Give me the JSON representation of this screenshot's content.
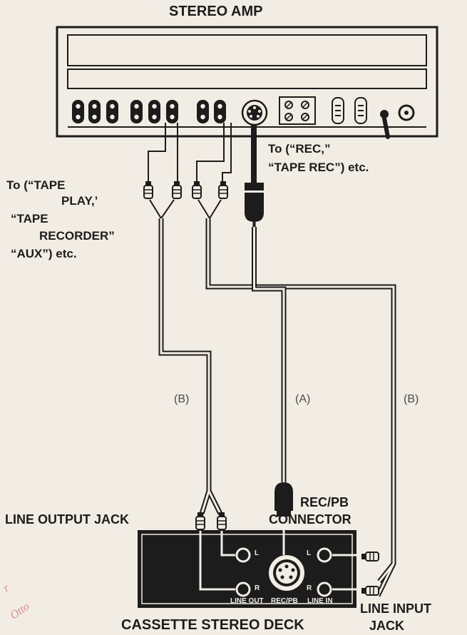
{
  "amp": {
    "title": "STEREO AMP",
    "rec_note_line1": "To (“REC,”",
    "rec_note_line2": "“TAPE REC”) etc."
  },
  "tape_note": {
    "line1": "To (“TAPE",
    "line2": "PLAY,’",
    "line3": "“TAPE",
    "line4": "RECORDER”",
    "line5": "“AUX”) etc."
  },
  "cables": {
    "left": "(B)",
    "middle": "(A)",
    "right": "(B)"
  },
  "deck": {
    "title": "CASSETTE STEREO DECK",
    "line_output_jack": "LINE OUTPUT JACK",
    "rec_pb_line1": "REC/PB",
    "rec_pb_line2": "CONNECTOR",
    "line_input_line1": "LINE INPUT",
    "line_input_line2": "JACK",
    "panel_line_out": "LINE OUT",
    "panel_rec_pb": "REC/PB",
    "panel_line_in": "LINE IN",
    "jack_l": "L",
    "jack_r": "R"
  },
  "watermark": {
    "line1": "r",
    "line2": "Otto"
  }
}
